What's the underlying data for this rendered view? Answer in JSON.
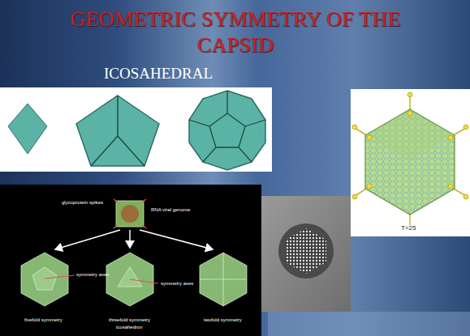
{
  "diagram": {
    "title": "GEOMETRIC SYMMETRY OF THE CAPSID",
    "labels": [
      "ICOSAHEDRAL",
      "T=25",
      "glycoprotein spikes",
      "RNA viral genome",
      "symmetry axes",
      "symmetry axes",
      "fivefold symmetry",
      "threefold symmetry",
      "icosahedron",
      "twofold symmetry"
    ]
  }
}
